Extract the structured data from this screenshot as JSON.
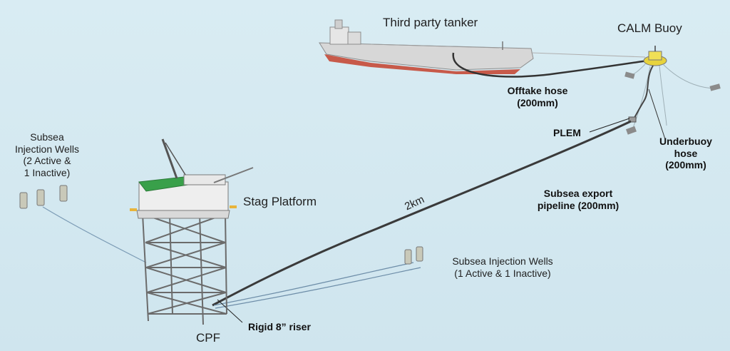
{
  "labels": {
    "tanker": "Third party tanker",
    "buoy": "CALM Buoy",
    "offtake_hose": "Offtake hose\n(200mm)",
    "plem": "PLEM",
    "underbuoy_hose": "Underbuoy\nhose\n(200mm)",
    "export_pipeline": "Subsea export\npipeline (200mm)",
    "pipeline_length": "2km",
    "platform": "Stag Platform",
    "cpf": "CPF",
    "riser": "Rigid 8” riser",
    "wells_left": "Subsea\nInjection Wells\n(2 Active &\n1 Inactive)",
    "wells_right": "Subsea Injection Wells\n(1 Active & 1 Inactive)"
  }
}
